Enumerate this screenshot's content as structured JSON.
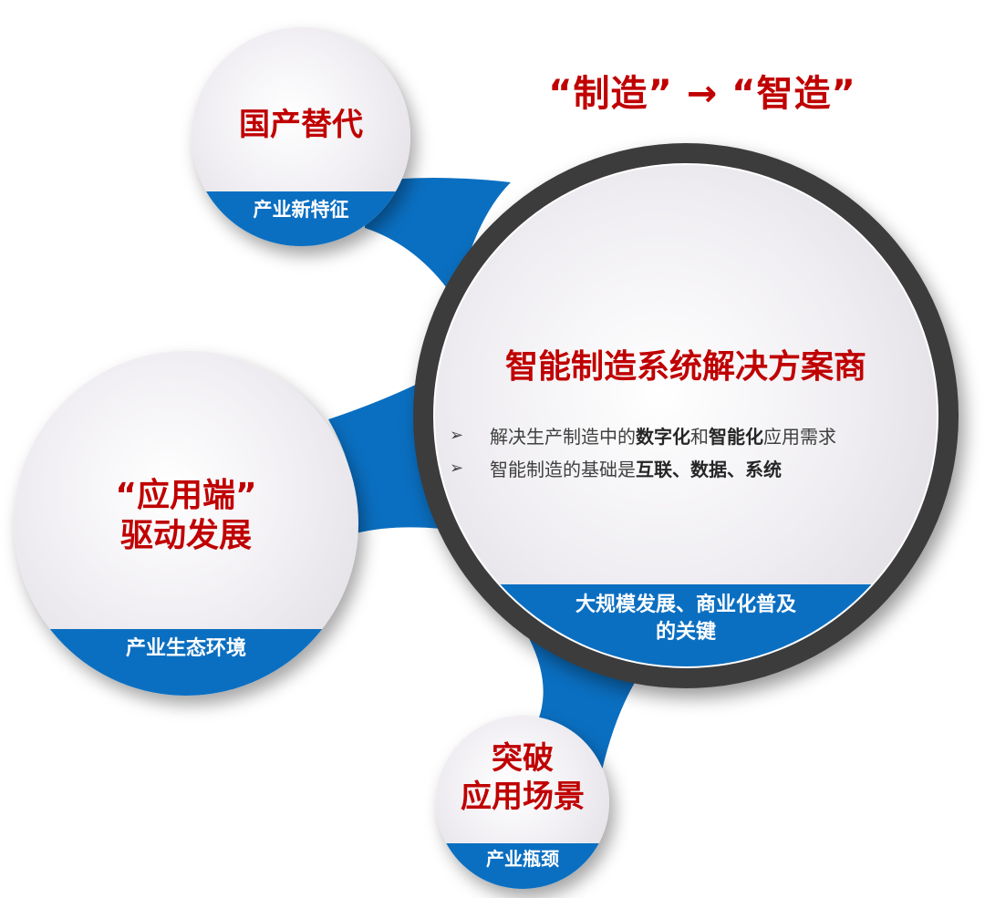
{
  "headline": "“制造” → “智造”",
  "colors": {
    "accent_red": "#c00000",
    "band_blue": "#0b6fc1",
    "ring_dark": "#3c3c3c",
    "body_text": "#404040"
  },
  "main": {
    "title": "智能制造系统解决方案商",
    "bullets": [
      {
        "icon": "arrowhead-bullet-icon",
        "parts": [
          "解决生产制造中的",
          "数字化",
          "和",
          "智能化",
          "应用需求"
        ]
      },
      {
        "icon": "arrowhead-bullet-icon",
        "parts": [
          "智能制造的基础是",
          "互联、数据、系统"
        ]
      }
    ],
    "band_line1": "大规模发展、商业化普及",
    "band_line2": "的关键"
  },
  "nodes": {
    "top": {
      "title": "国产替代",
      "band": "产业新特征"
    },
    "left": {
      "title_line1": "“应用端”",
      "title_line2": "驱动发展",
      "band": "产业生态环境"
    },
    "bottom": {
      "title_line1": "突破",
      "title_line2": "应用场景",
      "band": "产业瓶颈"
    }
  }
}
